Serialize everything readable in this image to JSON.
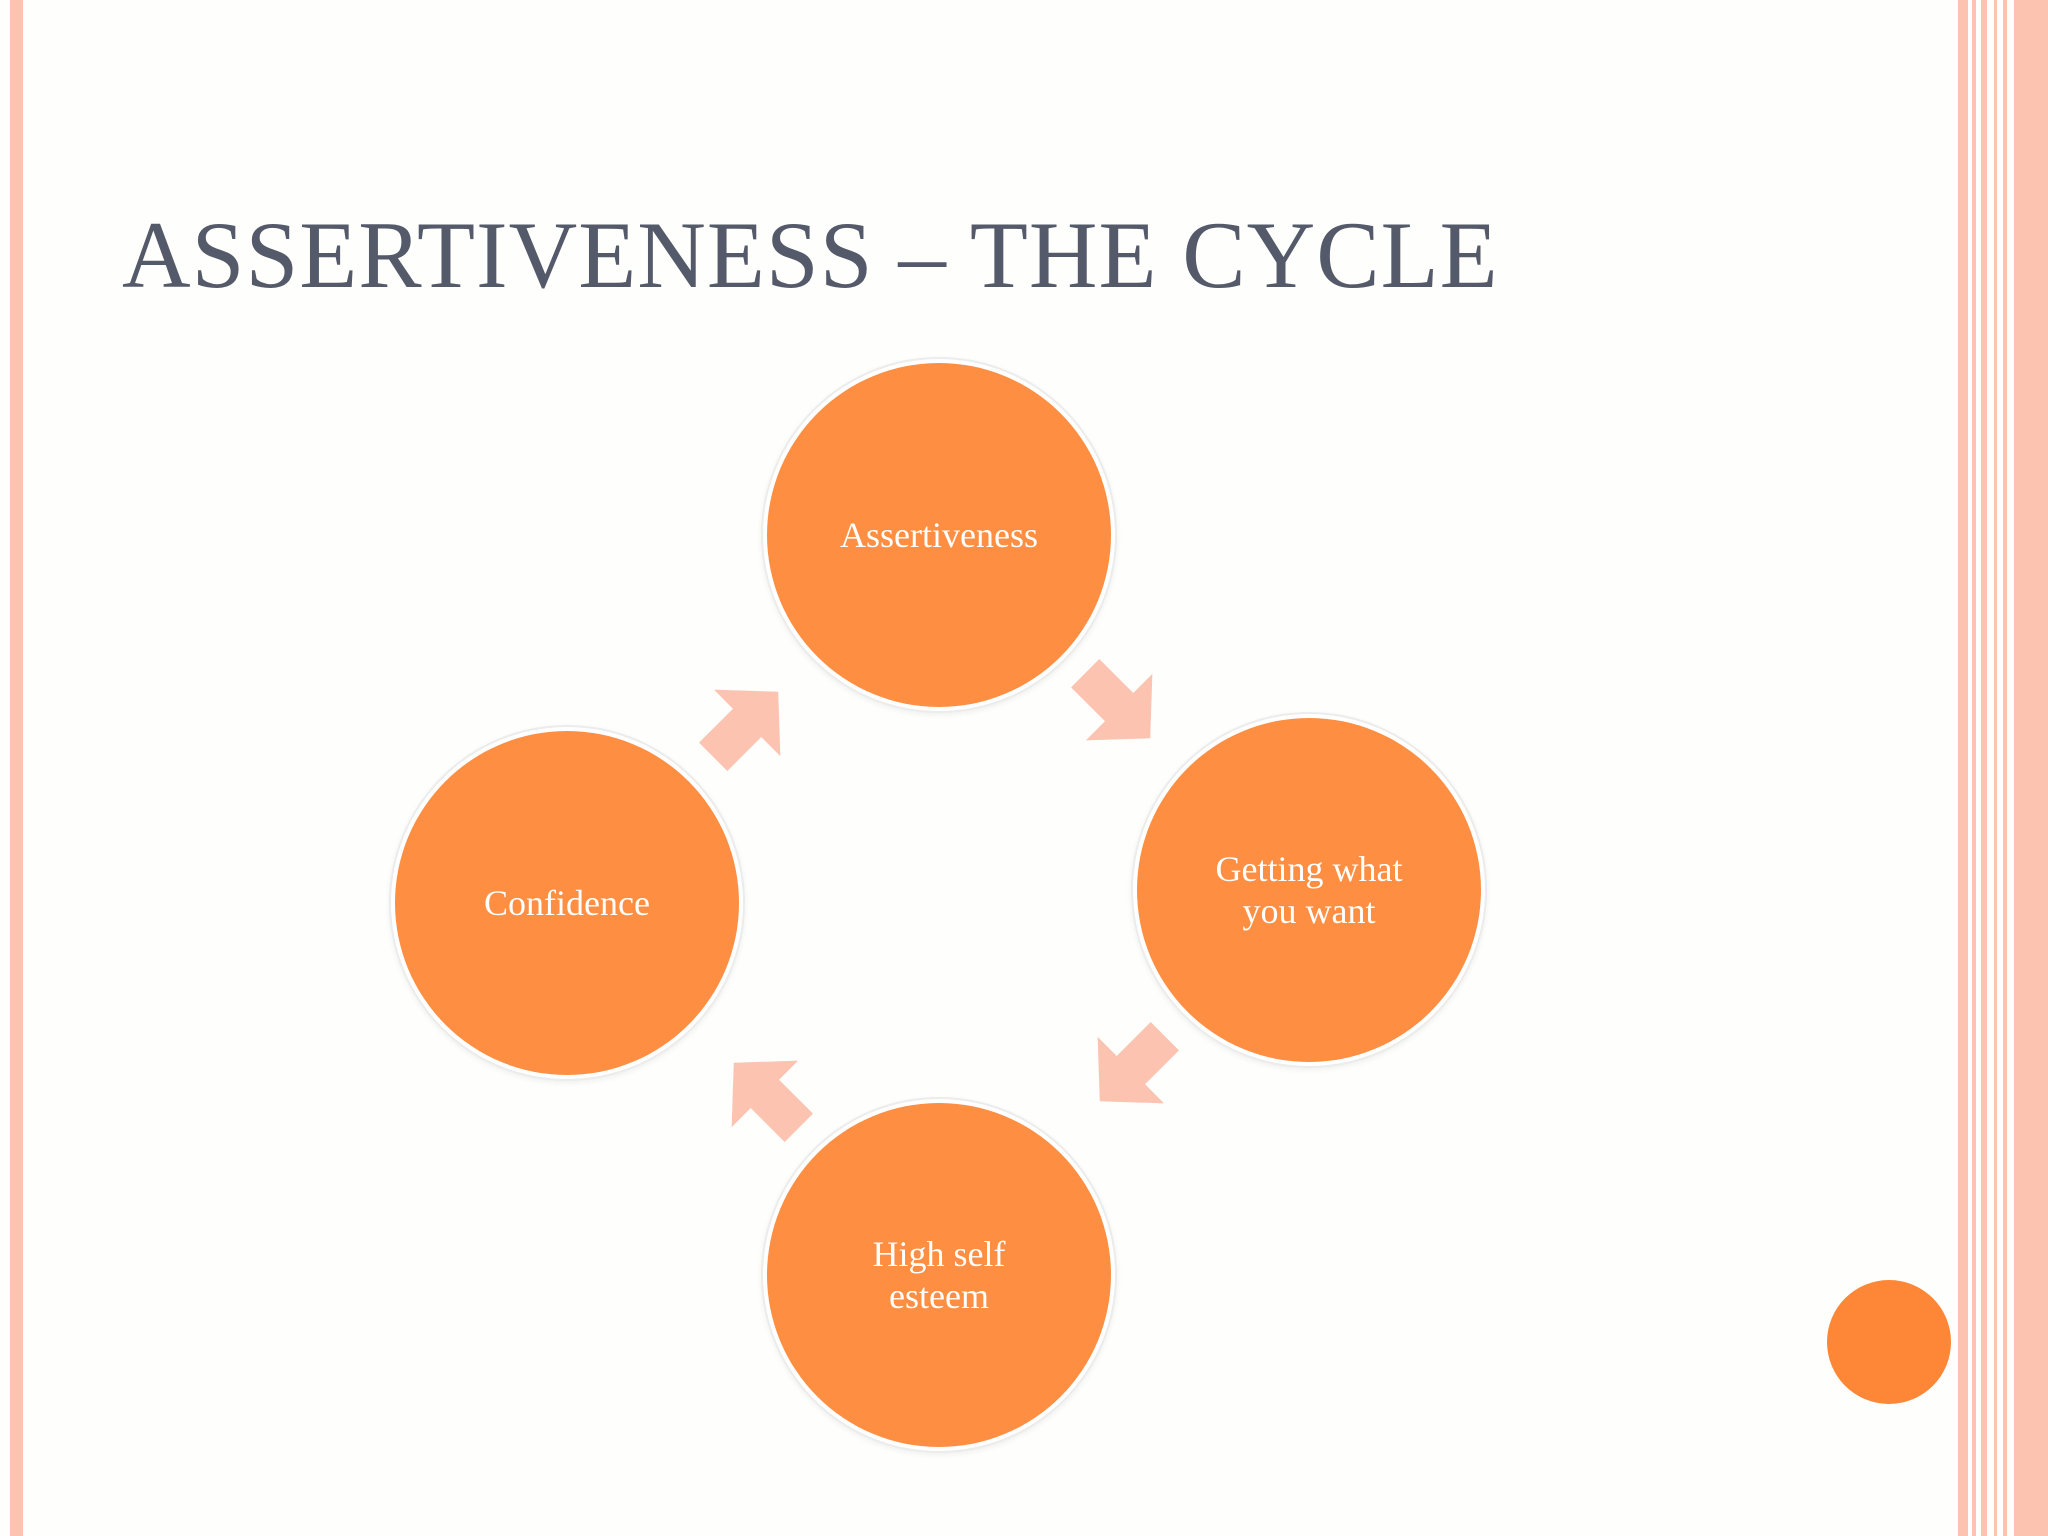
{
  "slide": {
    "title": "ASSERTIVENESS – THE CYCLE"
  },
  "cycle": {
    "nodes": [
      {
        "label": "Assertiveness"
      },
      {
        "label": "Getting what\nyou want"
      },
      {
        "label": "High self\nesteem"
      },
      {
        "label": "Confidence"
      }
    ]
  },
  "colors": {
    "node_fill": "#fd8e42",
    "arrow_fill": "#fbc3b0",
    "title_text": "#545a6a",
    "accent_dot": "#fd8637",
    "border_stripes": "#fbc3b0"
  },
  "icons": {
    "arrow": "cycle-arrow-icon",
    "accent": "decorative-circle"
  }
}
